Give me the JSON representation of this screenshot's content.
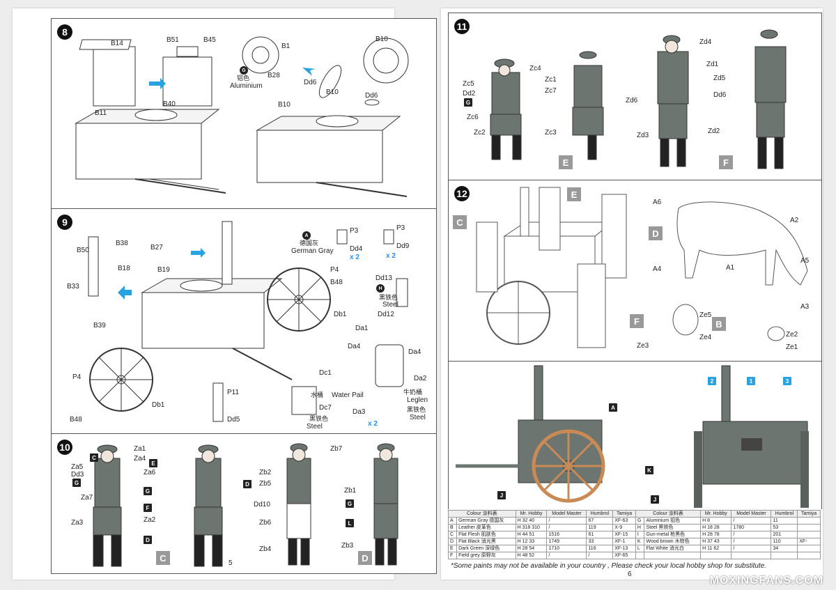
{
  "pages": {
    "left_number": "5",
    "right_number": "6"
  },
  "step8": {
    "number": "8",
    "labels": [
      "B14",
      "B51",
      "B45",
      "B11",
      "B40",
      "B1",
      "B28",
      "B10",
      "Dd6",
      "B10",
      "B10",
      "Dd6"
    ],
    "paint_mark": "G",
    "paint_cn": "铝色",
    "paint_en": "Aluminium"
  },
  "step9": {
    "number": "9",
    "labels": [
      "B50",
      "B38",
      "B27",
      "B18",
      "B19",
      "B33",
      "B39",
      "P4",
      "B48",
      "P11",
      "Dd5",
      "Db1",
      "Db1",
      "P3",
      "Dd4",
      "P3",
      "Dd9",
      "P4",
      "B48",
      "Dd13",
      "Dd12",
      "Da1",
      "Da4",
      "Da4",
      "Da2",
      "Da3",
      "Dc1",
      "Dc7"
    ],
    "mark_a": "A",
    "gray_cn": "德国灰",
    "gray_en": "German Gray",
    "x2": "x 2",
    "mark_h": "H",
    "steel_cn": "黑铁色",
    "steel_en": "Steel",
    "pail_cn": "水桶",
    "pail_en": "Water Pail",
    "leglen_cn": "牛奶桶",
    "leglen_en": "Leglen"
  },
  "step10": {
    "number": "10",
    "labels": [
      "Za1",
      "Za4",
      "Za5",
      "Dd3",
      "Za6",
      "Za7",
      "Za3",
      "Za2",
      "Zb7",
      "Zb2",
      "Zb5",
      "Zb1",
      "Dd10",
      "Zb6",
      "Zb4",
      "Zb3"
    ],
    "marks": [
      "C",
      "E",
      "G",
      "G",
      "F",
      "D",
      "D",
      "G",
      "L"
    ],
    "fig_c": "C",
    "fig_d": "D"
  },
  "step11": {
    "number": "11",
    "labels": [
      "Zc4",
      "Zc5",
      "Zc1",
      "Dd2",
      "Zc7",
      "Zc6",
      "Zc2",
      "Zc3",
      "Zd4",
      "Zd1",
      "Zd5",
      "Zd6",
      "Dd6",
      "Zd3",
      "Zd2"
    ],
    "mark_g": "G",
    "fig_e": "E",
    "fig_f": "F"
  },
  "step12": {
    "number": "12",
    "figs": [
      "E",
      "C",
      "D",
      "F",
      "B"
    ],
    "labels": [
      "A6",
      "A2",
      "A4",
      "A1",
      "A5",
      "A3",
      "Ze5",
      "Ze4",
      "Ze3",
      "Ze2",
      "Ze1"
    ]
  },
  "color_view": {
    "callouts": [
      "A",
      "K",
      "J",
      "J"
    ],
    "numbered": [
      "2",
      "1",
      "3"
    ]
  },
  "color_table": {
    "headers": [
      "Colour 涂料表",
      "Mr. Hobby",
      "Model Master",
      "Humbrol",
      "Tamiya"
    ],
    "left_rows": [
      [
        "A",
        "German Gray 德国灰",
        "H 32 40",
        "/",
        "67",
        "XF-63"
      ],
      [
        "B",
        "Leather 皮革色",
        "H 318 310",
        "/",
        "119",
        "X-9"
      ],
      [
        "C",
        "Flat Flesh 肌肤色",
        "H 44 51",
        "1516",
        "61",
        "XF-15"
      ],
      [
        "D",
        "Flat Black 消光黑",
        "H 12 33",
        "1749",
        "33",
        "XF-1"
      ],
      [
        "E",
        "Dark Green 深绿色",
        "H 28 54",
        "1710",
        "116",
        "XF-13"
      ],
      [
        "F",
        "Field grey 原野灰",
        "H 48 52",
        "/",
        "/",
        "XF-65"
      ]
    ],
    "right_rows": [
      [
        "G",
        "Aluminium 铝色",
        "H 8",
        "/",
        "11",
        ""
      ],
      [
        "H",
        "Steel 黑铁色",
        "H 18 28",
        "1780",
        "53",
        ""
      ],
      [
        "I",
        "Gun-metal 枪黑色",
        "H 28 78",
        "/",
        "201",
        ""
      ],
      [
        "K",
        "Wood brown 木棕色",
        "H 37 43",
        "/",
        "110",
        "XF-"
      ],
      [
        "L",
        "Flat White 消光白",
        "H 11 62",
        "/",
        "34",
        ""
      ]
    ]
  },
  "note": "*Some paints may not be available in your country , Please check your local hobby shop for substitute.",
  "watermark": "MOXINGFANS.COM",
  "colors": {
    "panel_border": "#555555",
    "blue_arrow": "#29a3df",
    "wheel_wood": "#c98a55",
    "cart_gray": "#6d7570"
  }
}
